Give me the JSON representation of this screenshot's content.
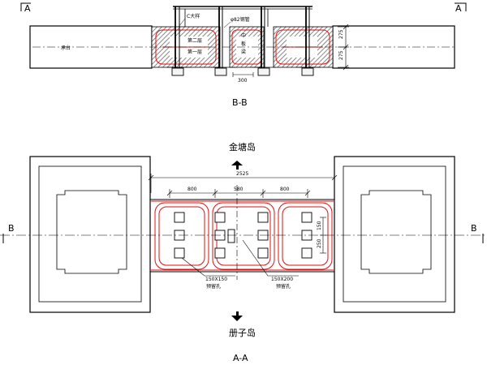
{
  "section_bb": {
    "cut_mark_left": "A",
    "cut_mark_right": "A",
    "label_pile_cap": "承台",
    "label_c_steel": "C大样",
    "label_pipe": "φ82钢管",
    "label_layer2": "第二层",
    "label_layer1": "第一层",
    "label_mid_1": "中",
    "label_mid_2": "板",
    "label_mid_3": "梁",
    "dim_top": "275",
    "dim_bottom": "275",
    "dim_gap": "300",
    "caption": "B-B"
  },
  "plan_aa": {
    "north_label": "金塘岛",
    "south_label": "册子岛",
    "cut_mark_left": "B",
    "cut_mark_right": "B",
    "dim_total": "2525",
    "dim_seg_1": "800",
    "dim_seg_2": "580",
    "dim_seg_3": "800",
    "dim_side_1": "150",
    "dim_side_2": "250",
    "callout_left_size": "150X150",
    "callout_left_name": "预留孔",
    "callout_right_size": "150X200",
    "callout_right_name": "预留孔",
    "caption": "A-A"
  },
  "colors": {
    "linework": "#000000",
    "rebar": "#e01010",
    "hatch": "#6b6b6b"
  }
}
